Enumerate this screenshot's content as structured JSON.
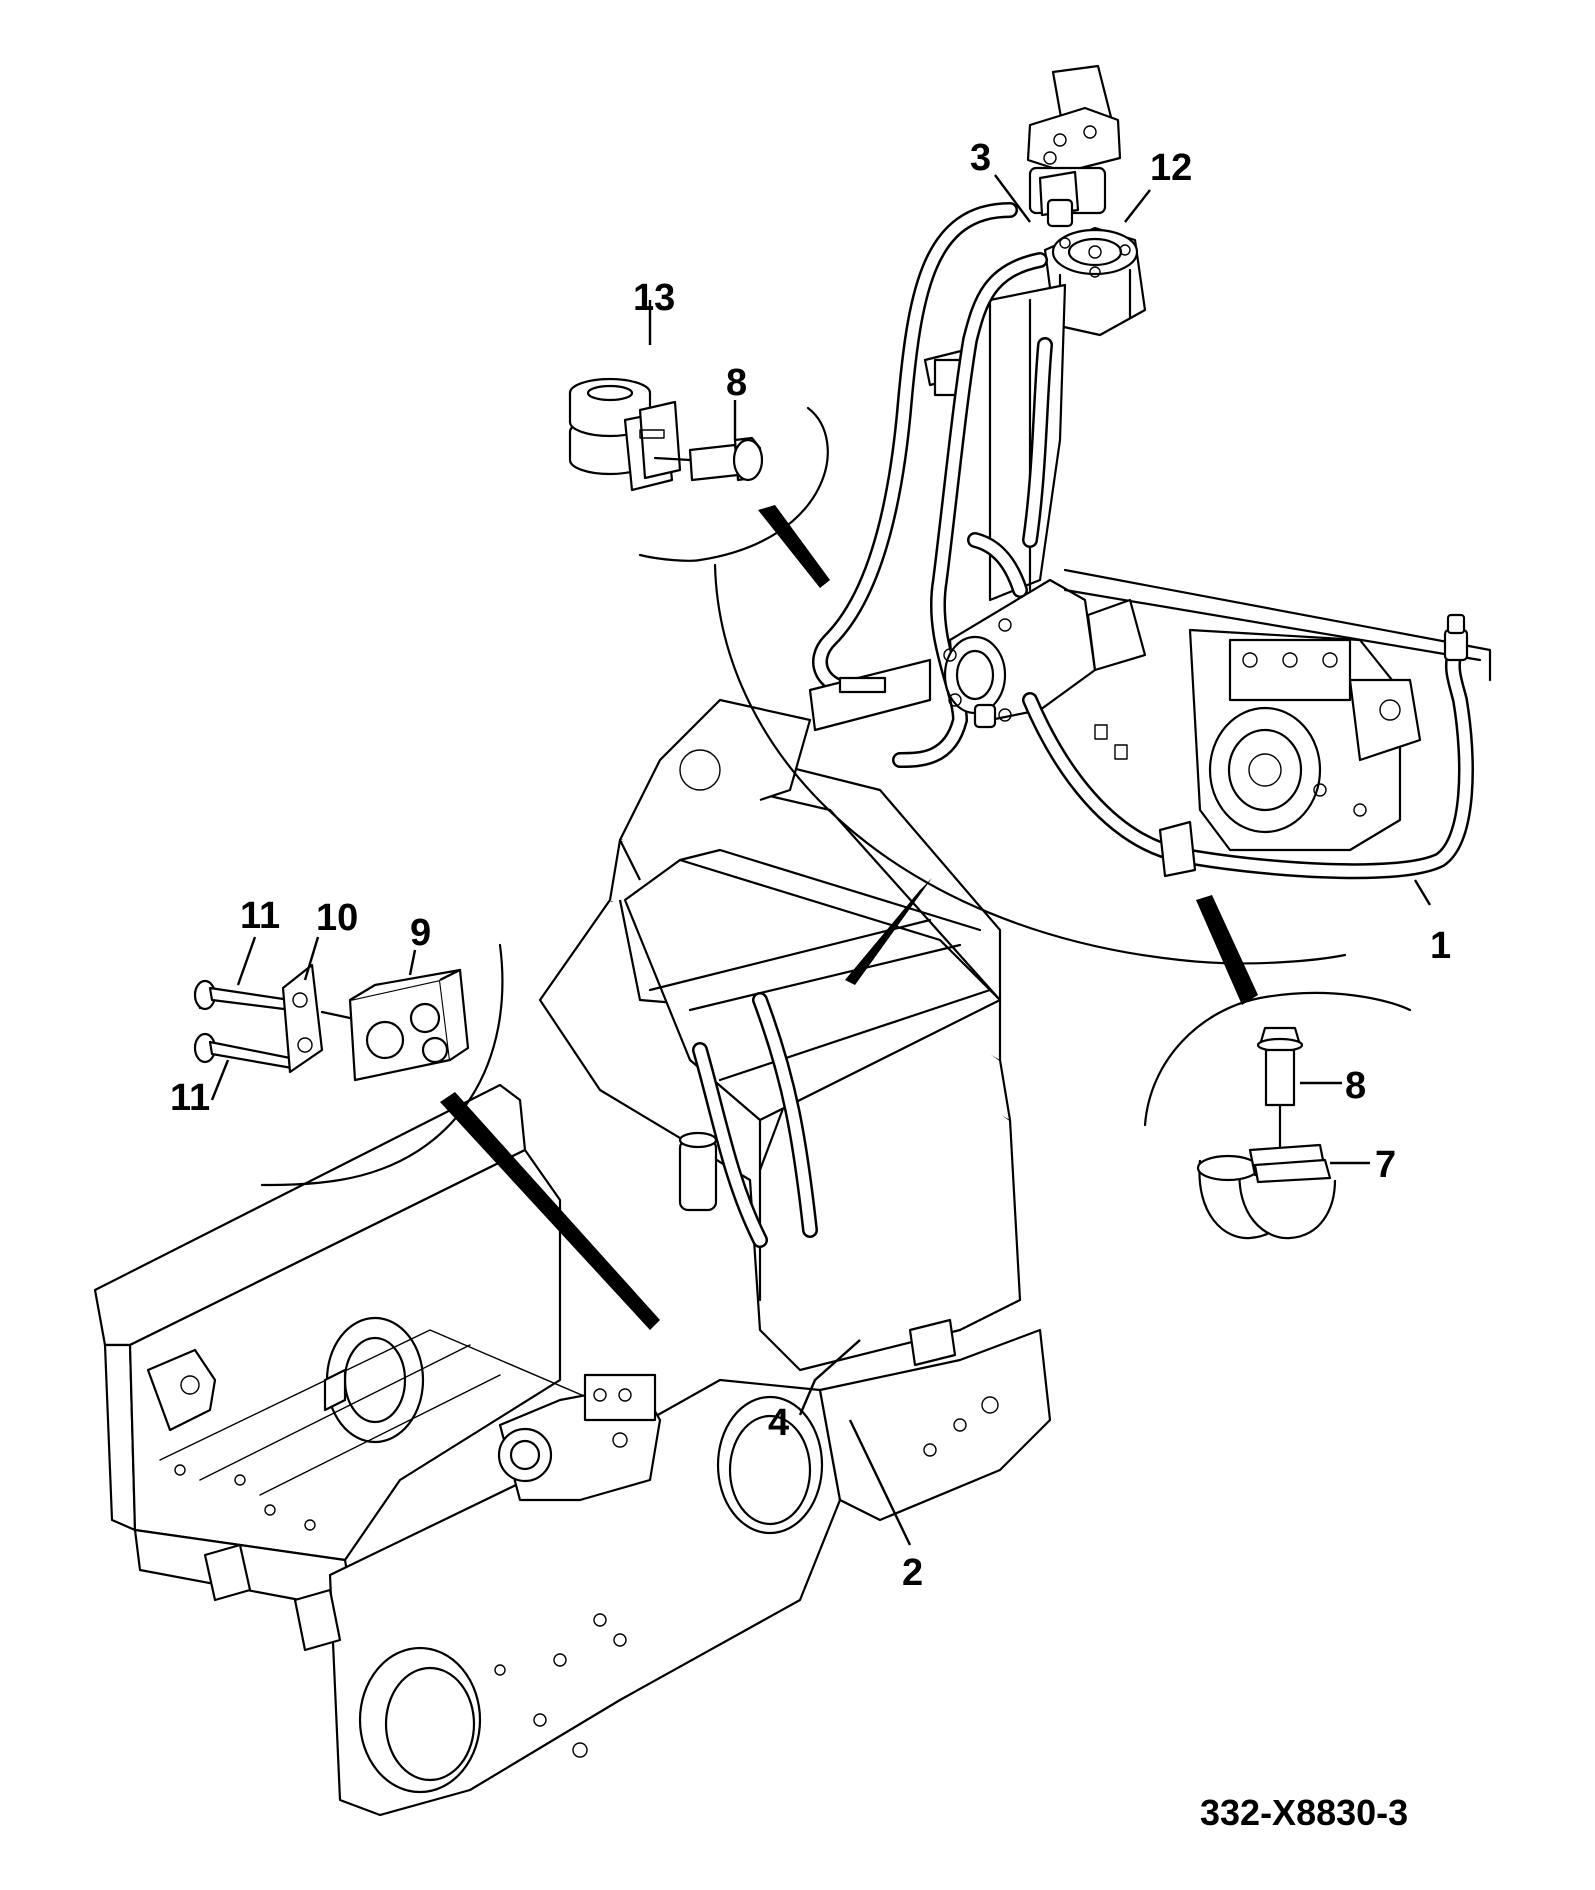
{
  "diagram": {
    "drawing_number": "332-X8830-3",
    "callouts": [
      {
        "id": "c1",
        "label": "1"
      },
      {
        "id": "c2",
        "label": "2"
      },
      {
        "id": "c3",
        "label": "3"
      },
      {
        "id": "c4",
        "label": "4"
      },
      {
        "id": "c7",
        "label": "7"
      },
      {
        "id": "c8a",
        "label": "8"
      },
      {
        "id": "c8b",
        "label": "8"
      },
      {
        "id": "c9",
        "label": "9"
      },
      {
        "id": "c10",
        "label": "10"
      },
      {
        "id": "c11a",
        "label": "11"
      },
      {
        "id": "c11b",
        "label": "11"
      },
      {
        "id": "c12",
        "label": "12"
      },
      {
        "id": "c13",
        "label": "13"
      }
    ]
  }
}
